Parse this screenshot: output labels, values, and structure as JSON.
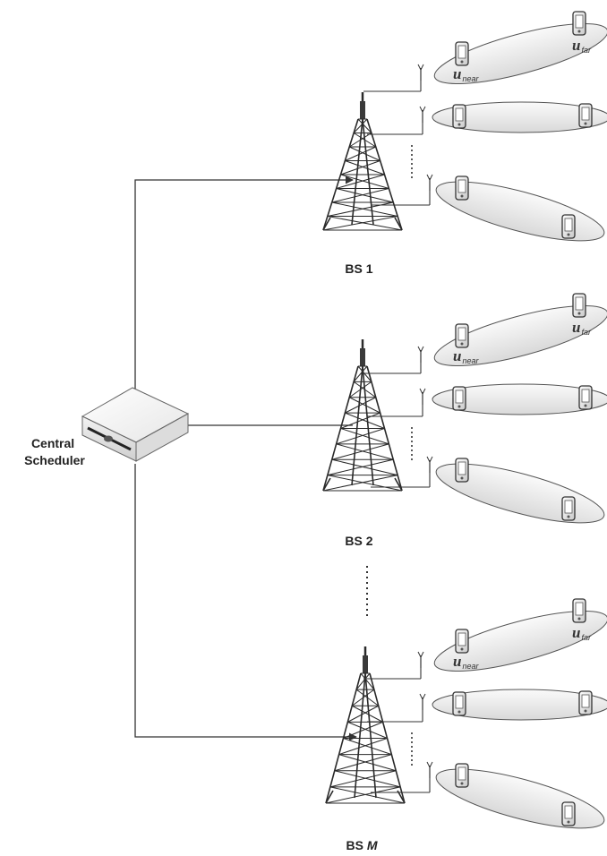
{
  "scheduler": {
    "label_line1": "Central",
    "label_line2": "Scheduler"
  },
  "base_stations": [
    {
      "label": "BS 1",
      "label_prefix": "BS ",
      "label_suffix": "1",
      "suffix_italic": false
    },
    {
      "label": "BS 2",
      "label_prefix": "BS ",
      "label_suffix": "2",
      "suffix_italic": false
    },
    {
      "label": "BS M",
      "label_prefix": "BS ",
      "label_suffix": "M",
      "suffix_italic": true
    }
  ],
  "user_labels": {
    "near_main": "u",
    "near_sub": "near",
    "far_main": "u",
    "far_sub": "far"
  }
}
